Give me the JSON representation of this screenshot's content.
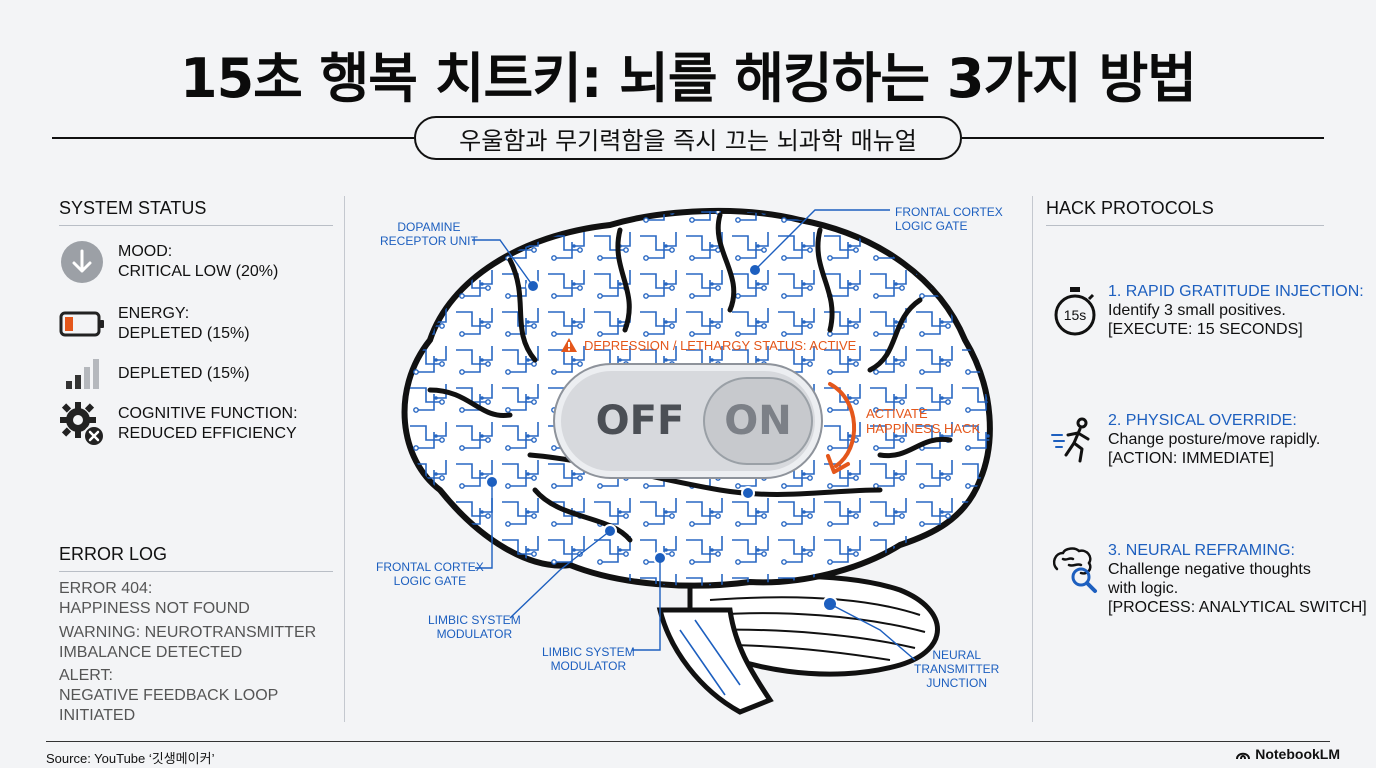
{
  "title": "15초 행복 치트키: 뇌를 해킹하는 3가지 방법",
  "subtitle": "우울함과 무기력함을 즉시 끄는 뇌과학 매뉴얼",
  "system_status": {
    "heading": "SYSTEM STATUS",
    "items": [
      {
        "line1": "MOOD:",
        "line2": "CRITICAL LOW (20%)",
        "icon": "down-arrow-icon"
      },
      {
        "line1": "ENERGY:",
        "line2": "DEPLETED (15%)",
        "icon": "battery-low-icon"
      },
      {
        "line1": "DEPLETED (15%)",
        "line2": "",
        "icon": "signal-bars-icon"
      },
      {
        "line1": "COGNITIVE FUNCTION:",
        "line2": "REDUCED EFFICIENCY",
        "icon": "gear-error-icon"
      }
    ]
  },
  "error_log": {
    "heading": "ERROR LOG",
    "entries": [
      {
        "line1": "ERROR 404:",
        "line2": "HAPPINESS NOT FOUND",
        "line3": ""
      },
      {
        "line1": "WARNING: NEUROTRANSMITTER",
        "line2": "IMBALANCE DETECTED",
        "line3": ""
      },
      {
        "line1": "ALERT:",
        "line2": "NEGATIVE FEEDBACK LOOP",
        "line3": "INITIATED"
      }
    ]
  },
  "brain": {
    "callouts": {
      "dopamine": {
        "line1": "DOPAMINE",
        "line2": "RECEPTOR UNIT"
      },
      "frontal_top": {
        "line1": "FRONTAL CORTEX",
        "line2": "LOGIC GATE"
      },
      "frontal_left": {
        "line1": "FRONTAL CORTEX",
        "line2": "LOGIC GATE"
      },
      "limbic_1": {
        "line1": "LIMBIC SYSTEM",
        "line2": "MODULATOR"
      },
      "limbic_2": {
        "line1": "LIMBIC SYSTEM",
        "line2": "MODULATOR"
      },
      "neural": {
        "line1": "NEURAL",
        "line2": "TRANSMITTER",
        "line3": "JUNCTION"
      }
    },
    "status_warning": "DEPRESSION / LETHARGY STATUS: ACTIVE",
    "switch_off": "OFF",
    "switch_on": "ON",
    "hack_line1": "ACTIVATE",
    "hack_line2": "HAPPINESS HACK"
  },
  "protocols": {
    "heading": "HACK PROTOCOLS",
    "items": [
      {
        "title": "1. RAPID GRATITUDE INJECTION:",
        "line1": "Identify 3 small positives.",
        "line2": "[EXECUTE: 15 SECONDS]",
        "line3": "",
        "icon": "stopwatch-icon",
        "icon_text": "15s"
      },
      {
        "title": "2. PHYSICAL OVERRIDE:",
        "line1": "Change posture/move rapidly.",
        "line2": "[ACTION: IMMEDIATE]",
        "line3": "",
        "icon": "running-person-icon"
      },
      {
        "title": "3. NEURAL REFRAMING:",
        "line1": "Challenge negative thoughts",
        "line2": "with logic.",
        "line3": "[PROCESS: ANALYTICAL SWITCH]",
        "icon": "brain-magnifier-icon"
      }
    ]
  },
  "footer": {
    "source": "Source: YouTube ‘깃생메이커’",
    "brand": "NotebookLM"
  },
  "colors": {
    "accent_blue": "#1d5fbf",
    "alert_orange": "#e4571b",
    "ink": "#111111"
  }
}
